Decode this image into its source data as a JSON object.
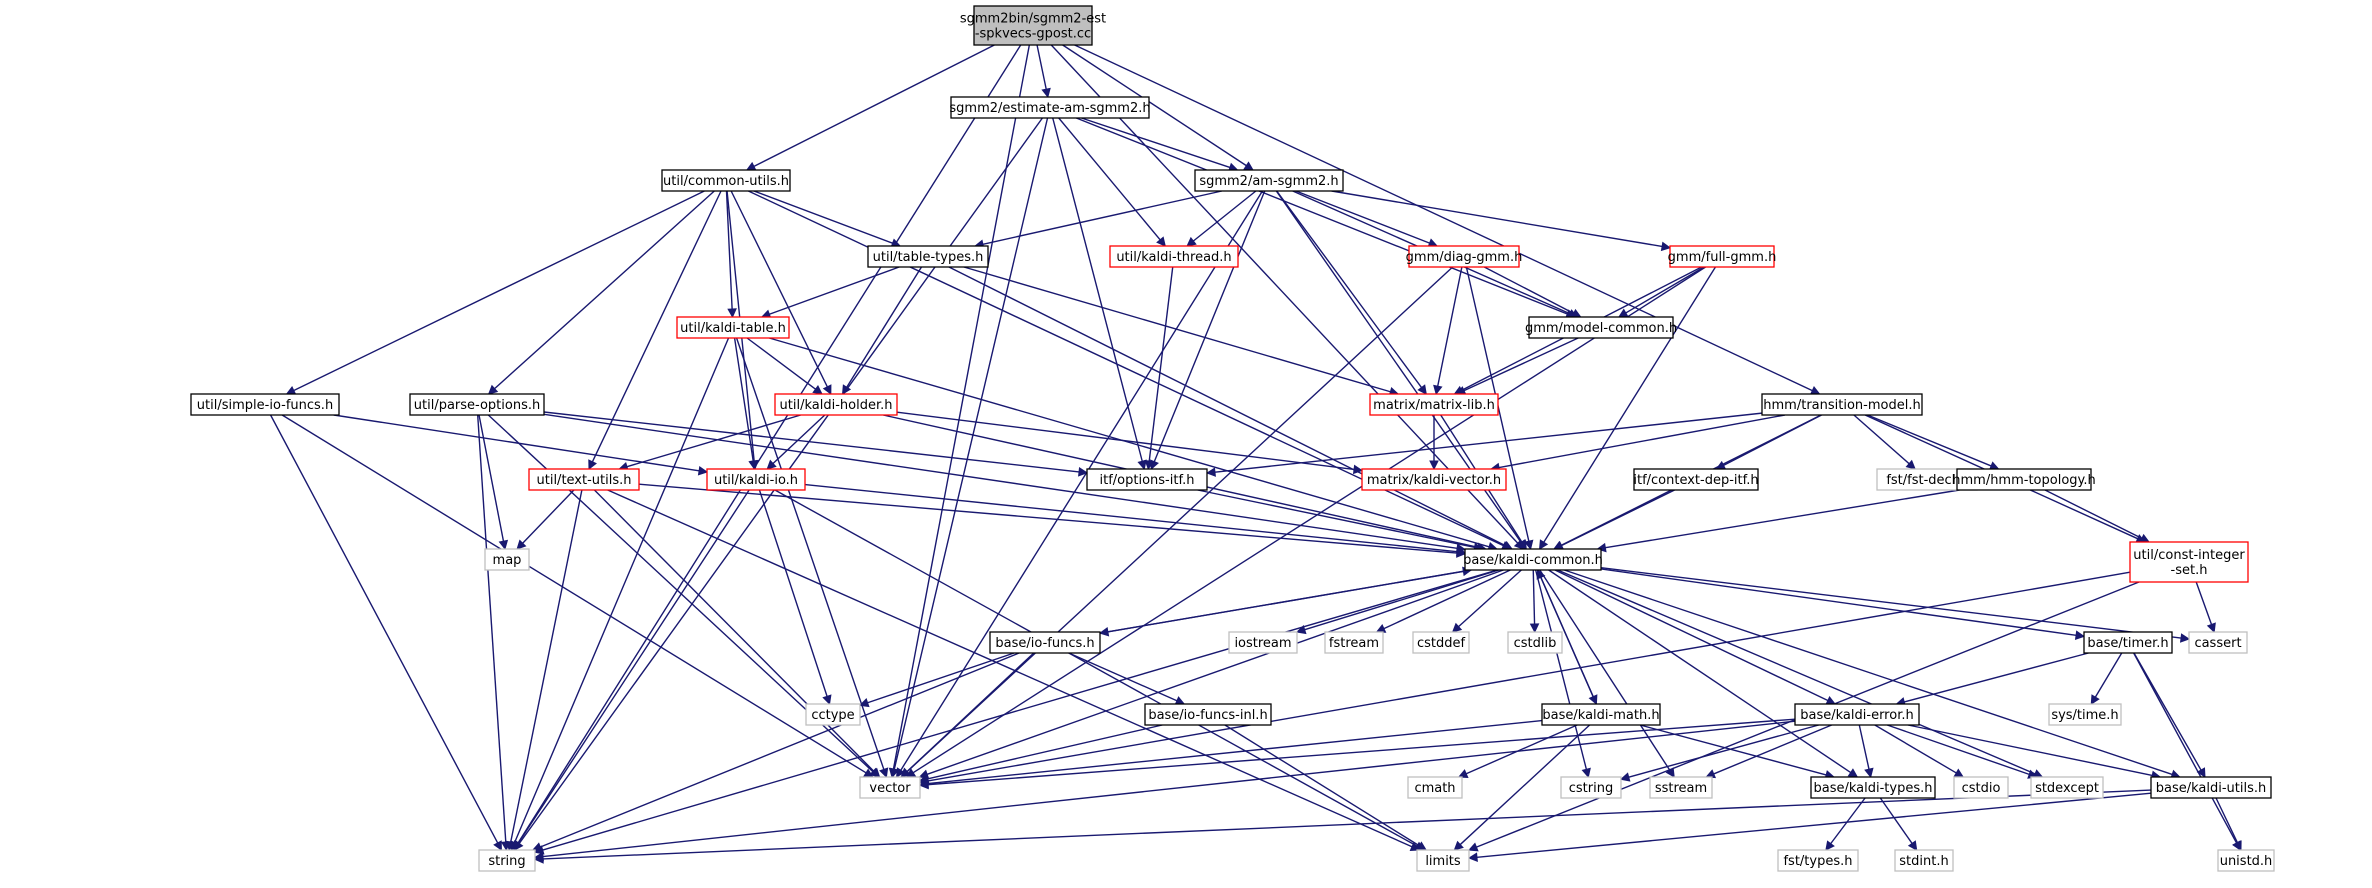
{
  "nodes": {
    "root": {
      "label": "sgmm2bin/sgmm2-est\n-spkvecs-gpost.cc",
      "style": "root"
    },
    "estimate_am_sgmm2": {
      "label": "sgmm2/estimate-am-sgmm2.h",
      "style": "normal"
    },
    "am_sgmm2": {
      "label": "sgmm2/am-sgmm2.h",
      "style": "normal"
    },
    "common_utils": {
      "label": "util/common-utils.h",
      "style": "normal"
    },
    "table_types": {
      "label": "util/table-types.h",
      "style": "normal"
    },
    "kaldi_thread": {
      "label": "util/kaldi-thread.h",
      "style": "red"
    },
    "diag_gmm": {
      "label": "gmm/diag-gmm.h",
      "style": "red"
    },
    "full_gmm": {
      "label": "gmm/full-gmm.h",
      "style": "red"
    },
    "model_common": {
      "label": "gmm/model-common.h",
      "style": "normal"
    },
    "kaldi_table": {
      "label": "util/kaldi-table.h",
      "style": "red"
    },
    "kaldi_holder": {
      "label": "util/kaldi-holder.h",
      "style": "red"
    },
    "simple_io_funcs": {
      "label": "util/simple-io-funcs.h",
      "style": "normal"
    },
    "parse_options": {
      "label": "util/parse-options.h",
      "style": "normal"
    },
    "matrix_lib": {
      "label": "matrix/matrix-lib.h",
      "style": "red"
    },
    "transition_model": {
      "label": "hmm/transition-model.h",
      "style": "normal"
    },
    "text_utils": {
      "label": "util/text-utils.h",
      "style": "red"
    },
    "kaldi_io": {
      "label": "util/kaldi-io.h",
      "style": "red"
    },
    "options_itf": {
      "label": "itf/options-itf.h",
      "style": "normal"
    },
    "kaldi_vector": {
      "label": "matrix/kaldi-vector.h",
      "style": "red"
    },
    "context_dep_itf": {
      "label": "itf/context-dep-itf.h",
      "style": "normal"
    },
    "fst_decl": {
      "label": "fst/fst-decl.h",
      "style": "gray"
    },
    "hmm_topology": {
      "label": "hmm/hmm-topology.h",
      "style": "normal"
    },
    "map": {
      "label": "map",
      "style": "gray"
    },
    "kaldi_common": {
      "label": "base/kaldi-common.h",
      "style": "normal"
    },
    "const_integer_set": {
      "label": "util/const-integer\n-set.h",
      "style": "red"
    },
    "io_funcs": {
      "label": "base/io-funcs.h",
      "style": "normal"
    },
    "iostream": {
      "label": "iostream",
      "style": "gray"
    },
    "fstream": {
      "label": "fstream",
      "style": "gray"
    },
    "cstddef": {
      "label": "cstddef",
      "style": "gray"
    },
    "cstdlib": {
      "label": "cstdlib",
      "style": "gray"
    },
    "timer": {
      "label": "base/timer.h",
      "style": "normal"
    },
    "cassert": {
      "label": "cassert",
      "style": "gray"
    },
    "cctype": {
      "label": "cctype",
      "style": "gray"
    },
    "io_funcs_inl": {
      "label": "base/io-funcs-inl.h",
      "style": "normal"
    },
    "kaldi_math": {
      "label": "base/kaldi-math.h",
      "style": "normal"
    },
    "kaldi_error": {
      "label": "base/kaldi-error.h",
      "style": "normal"
    },
    "sys_time": {
      "label": "sys/time.h",
      "style": "gray"
    },
    "vector": {
      "label": "vector",
      "style": "gray"
    },
    "cmath": {
      "label": "cmath",
      "style": "gray"
    },
    "cstring": {
      "label": "cstring",
      "style": "gray"
    },
    "sstream": {
      "label": "sstream",
      "style": "gray"
    },
    "kaldi_types": {
      "label": "base/kaldi-types.h",
      "style": "normal"
    },
    "cstdio": {
      "label": "cstdio",
      "style": "gray"
    },
    "stdexcept": {
      "label": "stdexcept",
      "style": "gray"
    },
    "kaldi_utils": {
      "label": "base/kaldi-utils.h",
      "style": "normal"
    },
    "string": {
      "label": "string",
      "style": "gray"
    },
    "limits": {
      "label": "limits",
      "style": "gray"
    },
    "fst_types": {
      "label": "fst/types.h",
      "style": "gray"
    },
    "stdint": {
      "label": "stdint.h",
      "style": "gray"
    },
    "unistd": {
      "label": "unistd.h",
      "style": "gray"
    }
  },
  "edges": [
    [
      "root",
      "estimate_am_sgmm2"
    ],
    [
      "root",
      "am_sgmm2"
    ],
    [
      "root",
      "common_utils"
    ],
    [
      "root",
      "transition_model"
    ],
    [
      "root",
      "kaldi_common"
    ],
    [
      "root",
      "vector"
    ],
    [
      "root",
      "string"
    ],
    [
      "estimate_am_sgmm2",
      "am_sgmm2"
    ],
    [
      "estimate_am_sgmm2",
      "kaldi_thread"
    ],
    [
      "estimate_am_sgmm2",
      "options_itf"
    ],
    [
      "estimate_am_sgmm2",
      "model_common"
    ],
    [
      "estimate_am_sgmm2",
      "vector"
    ],
    [
      "estimate_am_sgmm2",
      "string"
    ],
    [
      "am_sgmm2",
      "table_types"
    ],
    [
      "am_sgmm2",
      "kaldi_thread"
    ],
    [
      "am_sgmm2",
      "diag_gmm"
    ],
    [
      "am_sgmm2",
      "full_gmm"
    ],
    [
      "am_sgmm2",
      "model_common"
    ],
    [
      "am_sgmm2",
      "matrix_lib"
    ],
    [
      "am_sgmm2",
      "options_itf"
    ],
    [
      "am_sgmm2",
      "kaldi_common"
    ],
    [
      "am_sgmm2",
      "vector"
    ],
    [
      "common_utils",
      "table_types"
    ],
    [
      "common_utils",
      "kaldi_table"
    ],
    [
      "common_utils",
      "kaldi_holder"
    ],
    [
      "common_utils",
      "simple_io_funcs"
    ],
    [
      "common_utils",
      "parse_options"
    ],
    [
      "common_utils",
      "text_utils"
    ],
    [
      "common_utils",
      "kaldi_io"
    ],
    [
      "common_utils",
      "kaldi_common"
    ],
    [
      "table_types",
      "kaldi_table"
    ],
    [
      "table_types",
      "kaldi_holder"
    ],
    [
      "table_types",
      "matrix_lib"
    ],
    [
      "table_types",
      "kaldi_common"
    ],
    [
      "kaldi_thread",
      "options_itf"
    ],
    [
      "diag_gmm",
      "model_common"
    ],
    [
      "diag_gmm",
      "matrix_lib"
    ],
    [
      "diag_gmm",
      "kaldi_common"
    ],
    [
      "diag_gmm",
      "vector"
    ],
    [
      "full_gmm",
      "model_common"
    ],
    [
      "full_gmm",
      "matrix_lib"
    ],
    [
      "full_gmm",
      "kaldi_common"
    ],
    [
      "full_gmm",
      "vector"
    ],
    [
      "model_common",
      "matrix_lib"
    ],
    [
      "kaldi_table",
      "kaldi_holder"
    ],
    [
      "kaldi_table",
      "kaldi_io"
    ],
    [
      "kaldi_table",
      "kaldi_common"
    ],
    [
      "kaldi_table",
      "vector"
    ],
    [
      "kaldi_table",
      "string"
    ],
    [
      "kaldi_holder",
      "text_utils"
    ],
    [
      "kaldi_holder",
      "kaldi_io"
    ],
    [
      "kaldi_holder",
      "kaldi_vector"
    ],
    [
      "kaldi_holder",
      "kaldi_common"
    ],
    [
      "simple_io_funcs",
      "kaldi_io"
    ],
    [
      "simple_io_funcs",
      "vector"
    ],
    [
      "simple_io_funcs",
      "string"
    ],
    [
      "parse_options",
      "options_itf"
    ],
    [
      "parse_options",
      "kaldi_common"
    ],
    [
      "parse_options",
      "map"
    ],
    [
      "parse_options",
      "vector"
    ],
    [
      "parse_options",
      "string"
    ],
    [
      "matrix_lib",
      "kaldi_vector"
    ],
    [
      "matrix_lib",
      "kaldi_common"
    ],
    [
      "transition_model",
      "options_itf"
    ],
    [
      "transition_model",
      "kaldi_vector"
    ],
    [
      "transition_model",
      "context_dep_itf"
    ],
    [
      "transition_model",
      "fst_decl"
    ],
    [
      "transition_model",
      "hmm_topology"
    ],
    [
      "transition_model",
      "const_integer_set"
    ],
    [
      "transition_model",
      "kaldi_common"
    ],
    [
      "text_utils",
      "kaldi_common"
    ],
    [
      "text_utils",
      "map"
    ],
    [
      "text_utils",
      "vector"
    ],
    [
      "text_utils",
      "string"
    ],
    [
      "text_utils",
      "limits"
    ],
    [
      "kaldi_io",
      "kaldi_common"
    ],
    [
      "kaldi_io",
      "cctype"
    ],
    [
      "kaldi_io",
      "string"
    ],
    [
      "kaldi_io",
      "limits"
    ],
    [
      "options_itf",
      "kaldi_common"
    ],
    [
      "context_dep_itf",
      "kaldi_common"
    ],
    [
      "hmm_topology",
      "kaldi_common"
    ],
    [
      "hmm_topology",
      "const_integer_set"
    ],
    [
      "const_integer_set",
      "cassert"
    ],
    [
      "const_integer_set",
      "vector"
    ],
    [
      "const_integer_set",
      "limits"
    ],
    [
      "kaldi_common",
      "io_funcs"
    ],
    [
      "kaldi_common",
      "iostream"
    ],
    [
      "kaldi_common",
      "fstream"
    ],
    [
      "kaldi_common",
      "cstddef"
    ],
    [
      "kaldi_common",
      "cstdlib"
    ],
    [
      "kaldi_common",
      "timer"
    ],
    [
      "kaldi_common",
      "cassert"
    ],
    [
      "kaldi_common",
      "kaldi_math"
    ],
    [
      "kaldi_common",
      "kaldi_error"
    ],
    [
      "kaldi_common",
      "kaldi_types"
    ],
    [
      "kaldi_common",
      "kaldi_utils"
    ],
    [
      "kaldi_common",
      "vector"
    ],
    [
      "kaldi_common",
      "string"
    ],
    [
      "kaldi_common",
      "cstring"
    ],
    [
      "kaldi_common",
      "sstream"
    ],
    [
      "kaldi_common",
      "stdexcept"
    ],
    [
      "io_funcs",
      "kaldi_common"
    ],
    [
      "io_funcs",
      "cctype"
    ],
    [
      "io_funcs",
      "io_funcs_inl"
    ],
    [
      "io_funcs",
      "vector"
    ],
    [
      "io_funcs",
      "string"
    ],
    [
      "io_funcs_inl",
      "vector"
    ],
    [
      "io_funcs_inl",
      "limits"
    ],
    [
      "kaldi_math",
      "kaldi_common"
    ],
    [
      "kaldi_math",
      "vector"
    ],
    [
      "kaldi_math",
      "cmath"
    ],
    [
      "kaldi_math",
      "limits"
    ],
    [
      "kaldi_math",
      "kaldi_types"
    ],
    [
      "timer",
      "kaldi_error"
    ],
    [
      "timer",
      "sys_time"
    ],
    [
      "timer",
      "unistd"
    ],
    [
      "timer",
      "kaldi_utils"
    ],
    [
      "kaldi_error",
      "vector"
    ],
    [
      "kaldi_error",
      "cstring"
    ],
    [
      "kaldi_error",
      "sstream"
    ],
    [
      "kaldi_error",
      "kaldi_types"
    ],
    [
      "kaldi_error",
      "cstdio"
    ],
    [
      "kaldi_error",
      "stdexcept"
    ],
    [
      "kaldi_error",
      "kaldi_utils"
    ],
    [
      "kaldi_error",
      "string"
    ],
    [
      "kaldi_types",
      "fst_types"
    ],
    [
      "kaldi_types",
      "stdint"
    ],
    [
      "kaldi_utils",
      "string"
    ],
    [
      "kaldi_utils",
      "limits"
    ],
    [
      "kaldi_utils",
      "unistd"
    ]
  ]
}
